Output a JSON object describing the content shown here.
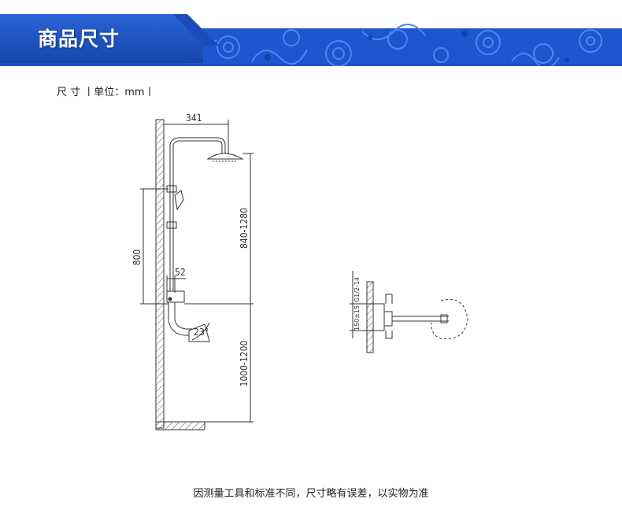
{
  "header": {
    "title": "商品尺寸",
    "colors": {
      "primary_blue": "#1f56c8",
      "dark_blue": "#143f96",
      "pattern_blue": "#2b6ae0"
    }
  },
  "unit_line": "尺 寸 丨单位：mm丨",
  "drawing": {
    "front_view": {
      "dim_arm": "341",
      "dim_slide_bar": "800",
      "dim_head_height": "840-1280",
      "dim_spacing": "52",
      "dim_angle": "23°",
      "dim_floor": "1000-1200"
    },
    "side_view": {
      "dim_thread": "G1/2-14",
      "dim_offset": "150±15"
    }
  },
  "footer_note": "因测量工具和标准不同，尺寸略有误差，以实物为准"
}
